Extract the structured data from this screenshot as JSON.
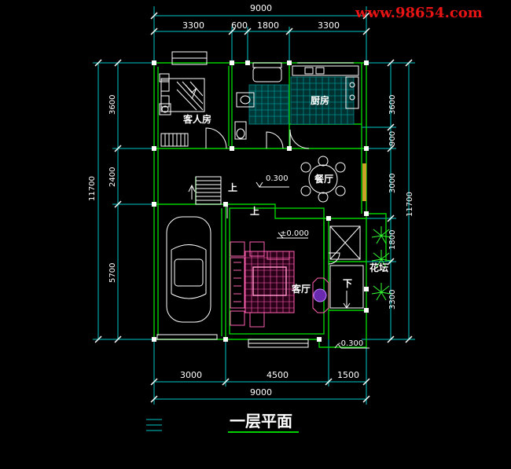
{
  "watermark": "www.98654.com",
  "title": "一层平面",
  "dims_top": {
    "overall": "9000",
    "segments": [
      "3300",
      "600",
      "1800",
      "3300"
    ]
  },
  "dims_bottom": {
    "segments": [
      "3000",
      "4500",
      "1500"
    ],
    "overall": "9000"
  },
  "dims_left": {
    "segments": [
      "3600",
      "2400",
      "5700"
    ],
    "overall": "11700"
  },
  "dims_right": {
    "segments": [
      "3600",
      "900",
      "3000",
      "1800",
      "3300"
    ],
    "overall": "11700"
  },
  "rooms": {
    "guest": "客人房",
    "kitchen": "厨房",
    "dining": "餐厅",
    "living": "客厅",
    "flower": "花坛"
  },
  "stair_up_1": "上",
  "stair_up_2": "上",
  "stair_down": "下",
  "levels": {
    "hall": "0.300",
    "living": "±0.000",
    "entry": "-0.300"
  },
  "colors": {
    "wall": "#00d000",
    "dimension": "#00c8c8",
    "furniture": "#ffffff",
    "carpet": "#ff60b0",
    "tile": "#008b8b",
    "plant": "#33ff33",
    "watermark": "#e81414"
  }
}
